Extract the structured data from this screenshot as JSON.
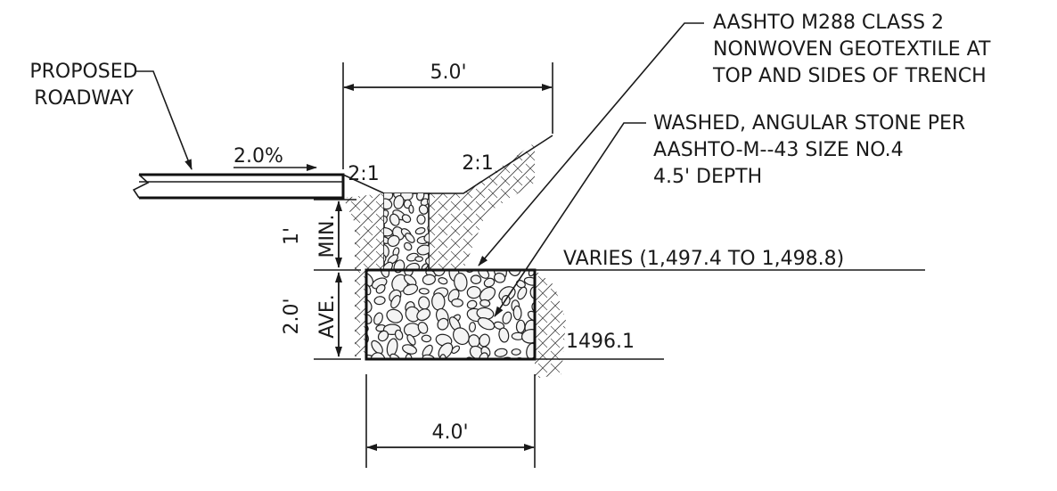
{
  "labels": {
    "proposed_roadway_line1": "PROPOSED",
    "proposed_roadway_line2": "ROADWAY",
    "slope_road": "2.0%",
    "side_slope_left": "2:1",
    "side_slope_right": "2:1",
    "dim_top_width": "5.0'",
    "dim_bottom_width": "4.0'",
    "dim_min_depth_value": "1'",
    "dim_min_depth_label": "MIN.",
    "dim_avg_depth_value": "2.0'",
    "dim_avg_depth_label": "AVE.",
    "geotextile_line1": "AASHTO M288 CLASS 2",
    "geotextile_line2": "NONWOVEN GEOTEXTILE AT",
    "geotextile_line3": "TOP AND SIDES OF TRENCH",
    "stone_line1": "WASHED, ANGULAR STONE PER",
    "stone_line2": "AASHTO-M--43 SIZE NO.4",
    "stone_line3": "4.5' DEPTH",
    "elev_varies": "VARIES (1,497.4 TO 1,498.8)",
    "elev_bottom": "1496.1"
  },
  "colors": {
    "ink": "#1a1a1a",
    "background": "#ffffff"
  }
}
